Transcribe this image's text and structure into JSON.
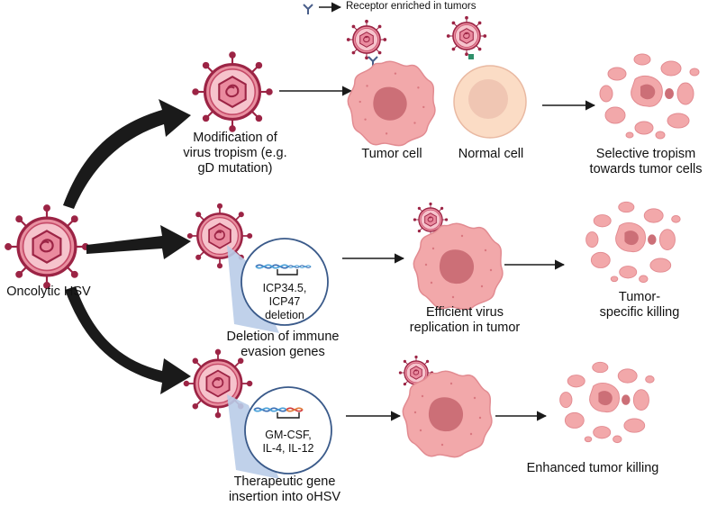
{
  "legend": {
    "receptor_text": "Receptor enriched in tumors"
  },
  "source": {
    "label": "Oncolytic HSV"
  },
  "row1": {
    "strategy_label": "Modification of\nvirus tropism (e.g.\ngD mutation)",
    "tumor_cell_label": "Tumor cell",
    "normal_cell_label": "Normal cell",
    "outcome_label": "Selective tropism\ntowards tumor cells"
  },
  "row2": {
    "strategy_label": "Deletion of immune\nevasion genes",
    "gene_label": "ICP34.5,\nICP47\ndeletion",
    "middle_label": "Efficient virus\nreplication in tumor",
    "outcome_label": "Tumor-\nspecific killing"
  },
  "row3": {
    "strategy_label": "Therapeutic gene\ninsertion into oHSV",
    "gene_label": "GM-CSF,\nIL-4, IL-12",
    "outcome_label": "Enhanced tumor killing"
  },
  "colors": {
    "virus_envelope": "#e98fa0",
    "virus_ring": "#9c2445",
    "tumor_cell": "#f2a8aa",
    "tumor_nucleus": "#cc6f77",
    "normal_cell": "#fbdcc5",
    "inset_fill": "#b9cce8",
    "arrow": "#1a1a1a"
  }
}
